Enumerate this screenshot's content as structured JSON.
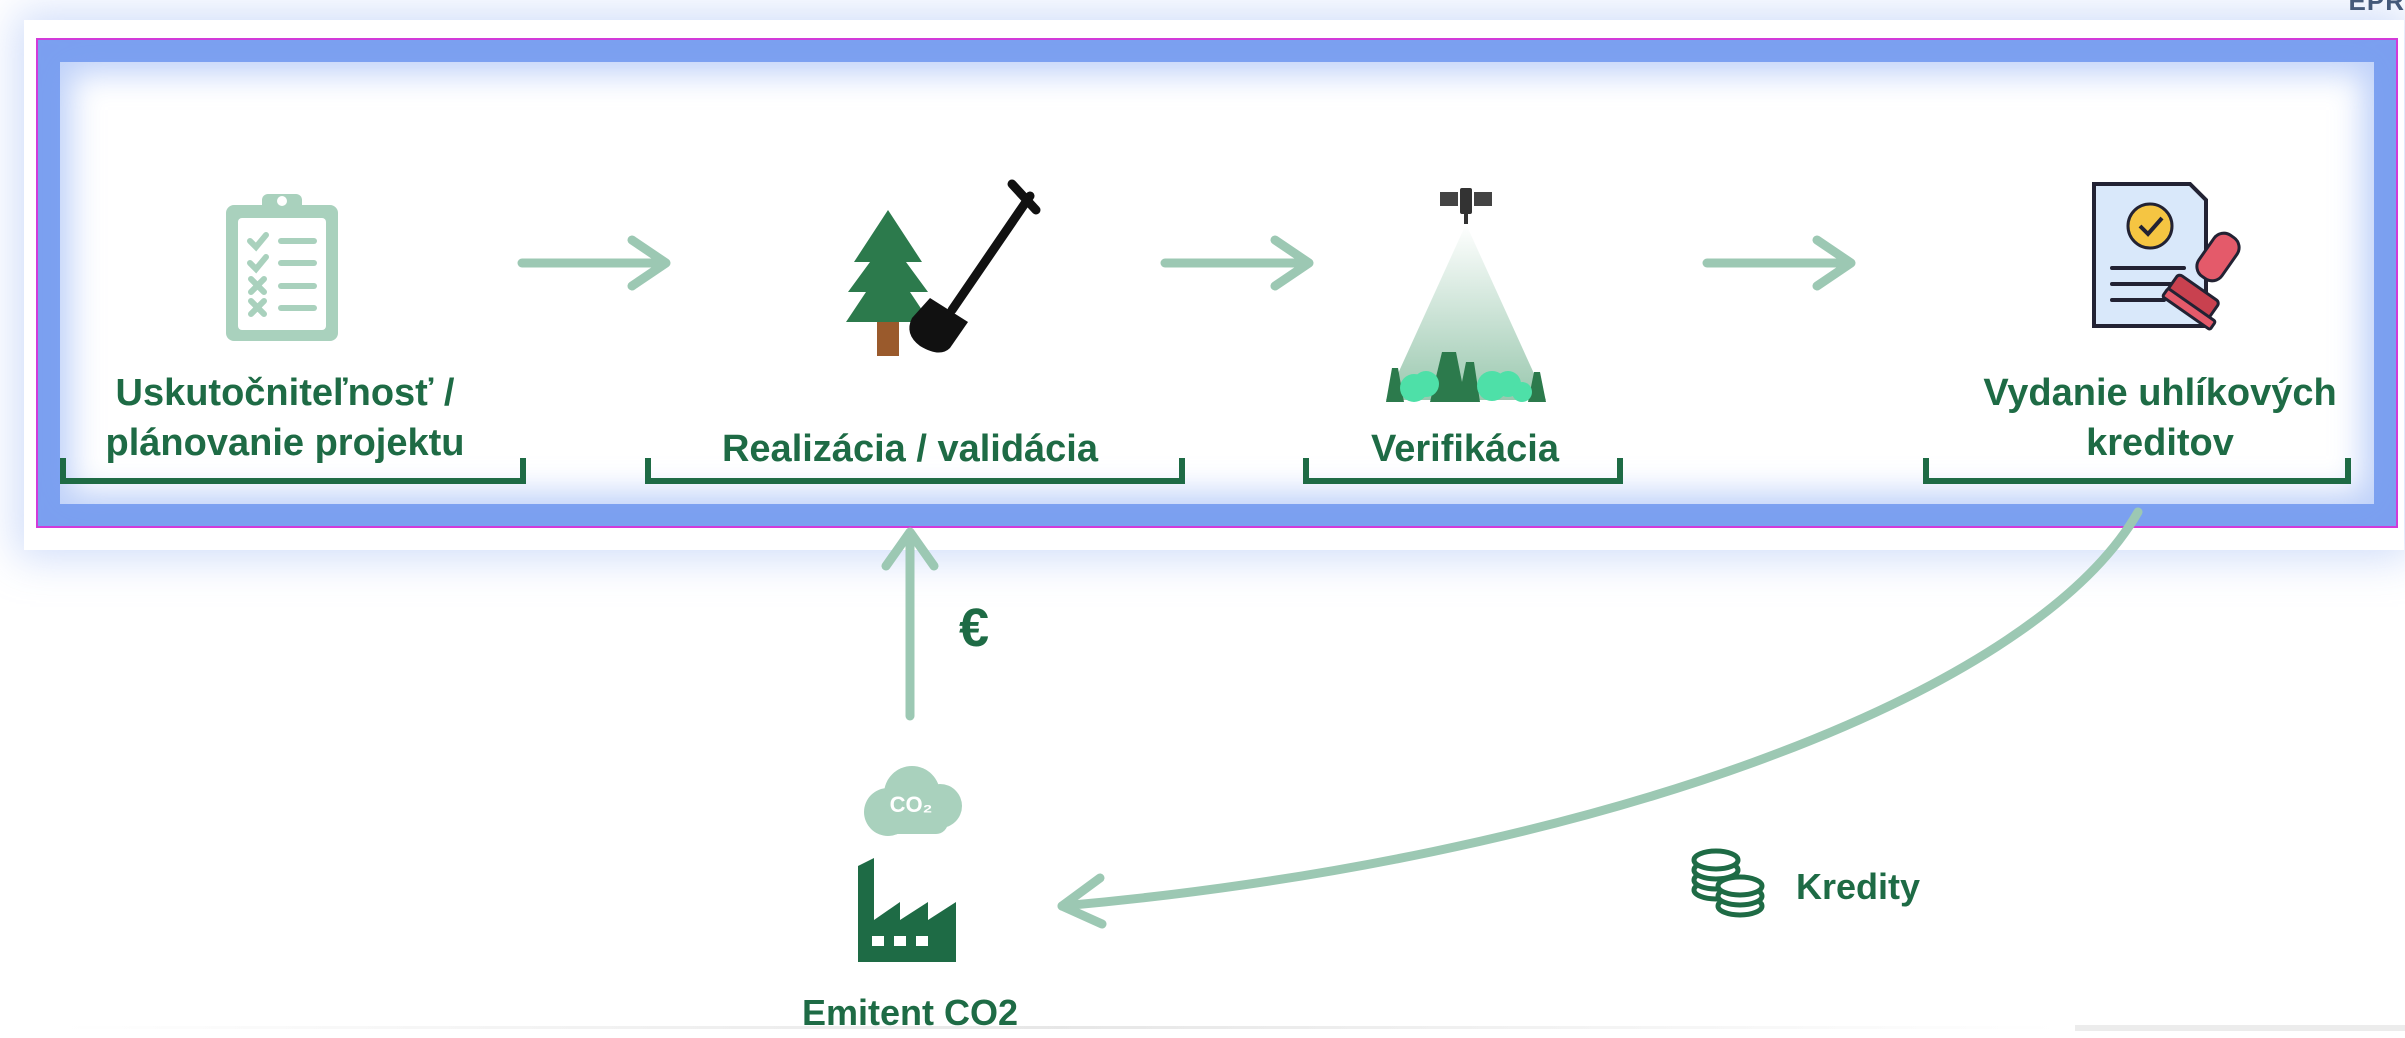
{
  "colors": {
    "accent_green": "#1e6b45",
    "arrow_green": "#9cc8b3",
    "highlight_border": "#d23ad9",
    "highlight_glow": "#6e96ee"
  },
  "steps": [
    {
      "line1": "Uskutočniteľnosť /",
      "line2": "plánovanie projektu",
      "icon": "clipboard-checklist-icon"
    },
    {
      "line1": "Realizácia / validácia",
      "icon": "tree-shovel-icon"
    },
    {
      "line1": "Verifikácia",
      "icon": "satellite-forest-icon"
    },
    {
      "line1": "Vydanie uhlíkových",
      "line2": "kreditov",
      "icon": "certificate-stamp-icon"
    }
  ],
  "emitter": {
    "label": "Emitent CO2",
    "icon": "factory-co2-icon",
    "cloud_text": "CO₂"
  },
  "payment": {
    "symbol": "€"
  },
  "credits": {
    "label": "Kredity",
    "icon": "coins-icon"
  },
  "corner": {
    "text": "EPR"
  }
}
